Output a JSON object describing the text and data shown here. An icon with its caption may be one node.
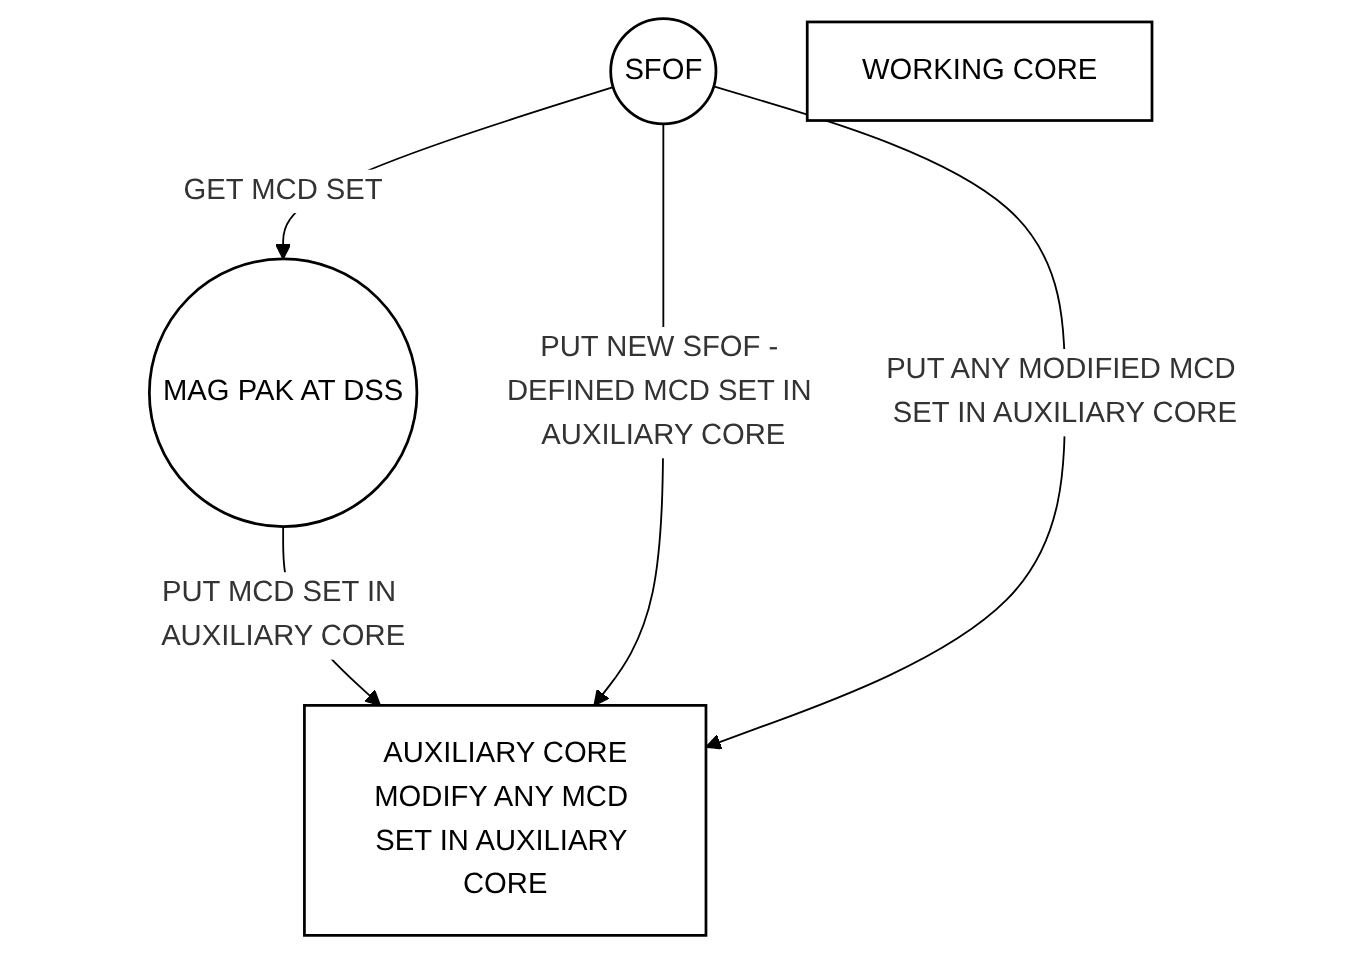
{
  "diagram": {
    "nodes": [
      {
        "text": [
          "MAG PAK AT DSS"
        ]
      },
      {
        "text": [
          "SFOF"
        ]
      },
      {
        "text": [
          "WORKING CORE"
        ]
      },
      {
        "text": [
          "AUXILIARY CORE",
          "MODIFY ANY MCD SET IN AUXILIARY CORE"
        ]
      }
    ],
    "edges": [
      {
        "from": 1,
        "to": 0,
        "arrow": "to",
        "label": "GET MCD SET"
      },
      {
        "from": 0,
        "to": 3,
        "arrow": "to",
        "label": "PUT MCD SET IN AUXILIARY CORE"
      },
      {
        "from": 1,
        "to": 3,
        "arrow": "to",
        "label": "PUT NEW SFOF - DEFINED MCD SET IN AUXILIARY CORE"
      },
      {
        "from": 1,
        "to": 3,
        "arrow": "to",
        "label": "PUT ANY MODIFIED MCD SET IN AUXILIARY CORE"
      }
    ]
  }
}
